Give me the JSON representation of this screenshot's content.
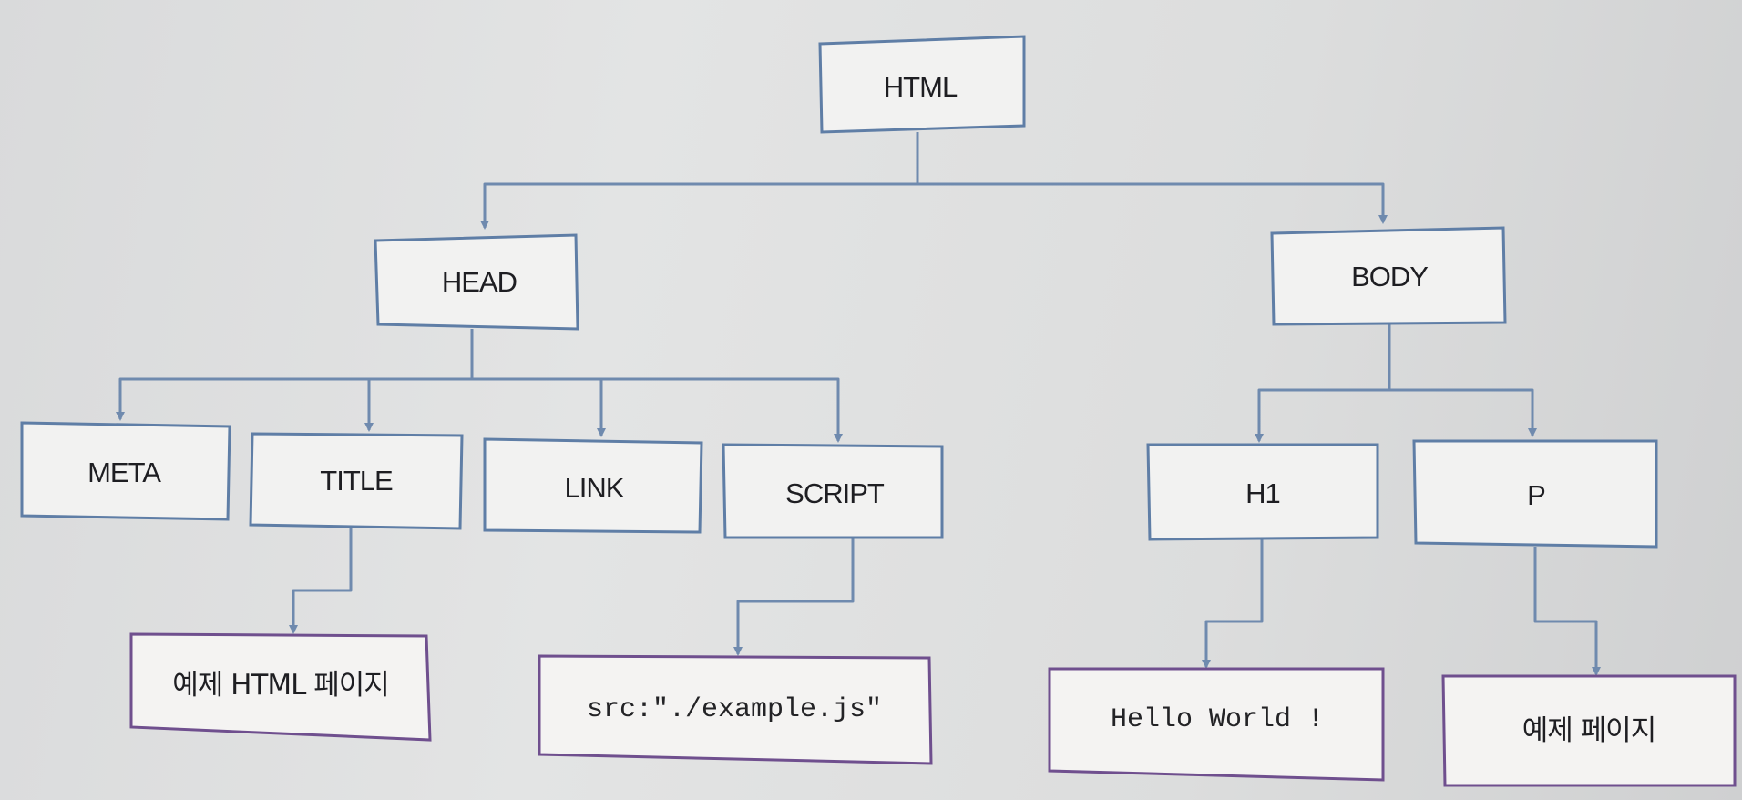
{
  "nodes": {
    "html": "HTML",
    "head": "HEAD",
    "body": "BODY",
    "meta": "META",
    "title": "TITLE",
    "link": "LINK",
    "script": "SCRIPT",
    "h1": "H1",
    "p": "P",
    "title_text": "예제 HTML 페이지",
    "script_src": "src:\"./example.js\"",
    "h1_text": "Hello World !",
    "p_text": "예제 페이지"
  },
  "colors": {
    "element_border": "#5f7ea6",
    "text_node_border": "#6f4f8e",
    "edge": "#6f8aae"
  }
}
